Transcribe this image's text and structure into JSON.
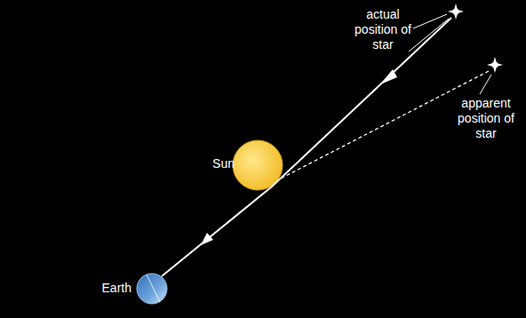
{
  "diagram": {
    "labels": [
      "actual position of star",
      "apparent position of star",
      "Sun",
      "Earth"
    ]
  }
}
